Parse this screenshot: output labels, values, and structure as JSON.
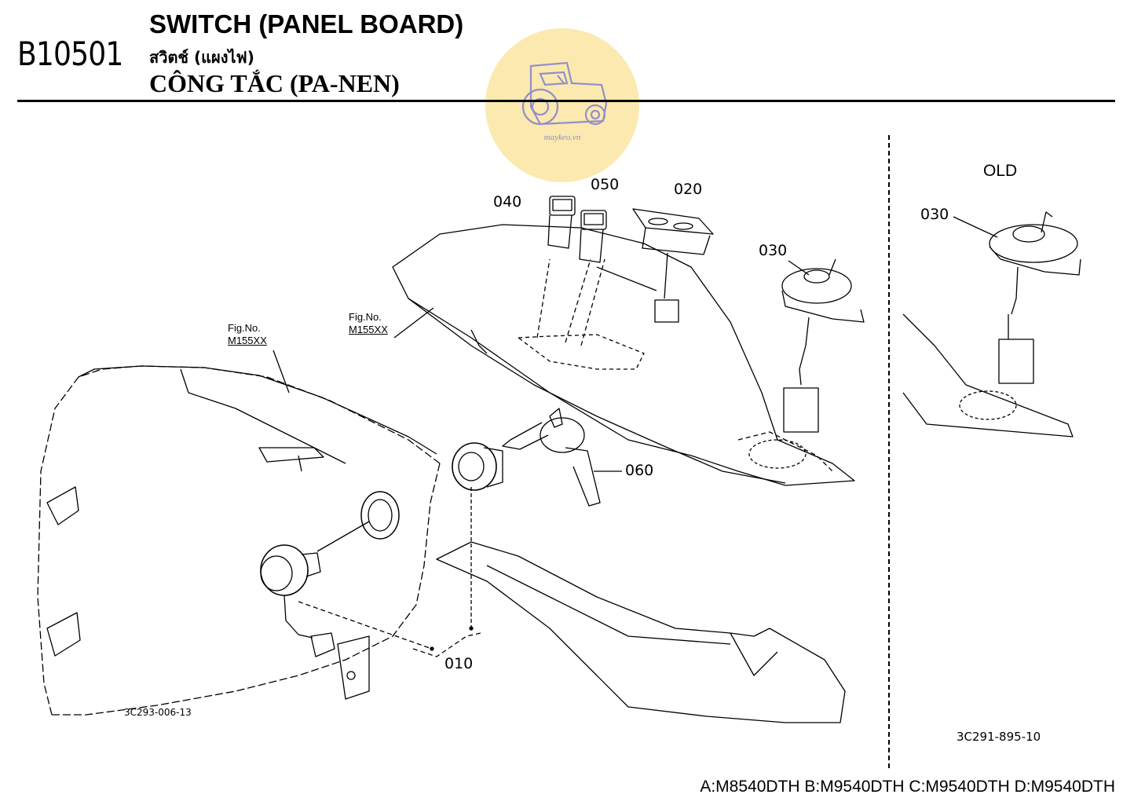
{
  "header": {
    "code": "B10501",
    "title_en": "SWITCH (PANEL BOARD)",
    "title_th": "สวิตช์ (แผงไฟ)",
    "title_vi": "CÔNG TẮC (PA-NEN)"
  },
  "watermark": {
    "text": "maykeo.vn",
    "color": "#fbe8a9",
    "icon": "tractor-icon"
  },
  "diagram": {
    "part_labels": {
      "p040": "040",
      "p050": "050",
      "p020": "020",
      "p030": "030",
      "p060": "060",
      "p010": "010",
      "p030_old": "030"
    },
    "fig_refs": [
      {
        "line1": "Fig.No.",
        "line2": "M155XX"
      },
      {
        "line1": "Fig.No.",
        "line2": "M155XX"
      }
    ],
    "old_label": "OLD",
    "image_code_main": "3C293-006-13",
    "image_code_old": "3C291-895-10"
  },
  "footer": {
    "models": "A:M8540DTH B:M9540DTH C:M9540DTH D:M9540DTH"
  }
}
